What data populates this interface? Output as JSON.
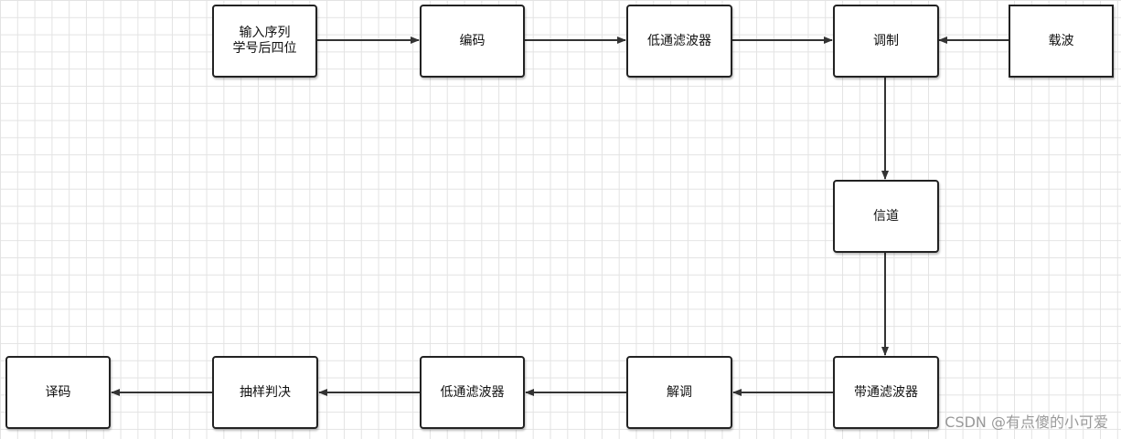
{
  "diagram": {
    "nodes": {
      "input": "输入序列\n学号后四位",
      "encode": "编码",
      "lpf_tx": "低通滤波器",
      "modulate": "调制",
      "carrier": "载波",
      "channel": "信道",
      "bpf": "带通滤波器",
      "demodulate": "解调",
      "lpf_rx": "低通滤波器",
      "sample_decide": "抽样判决",
      "decode": "译码"
    }
  },
  "watermark": "CSDN @有点傻的小可爱"
}
